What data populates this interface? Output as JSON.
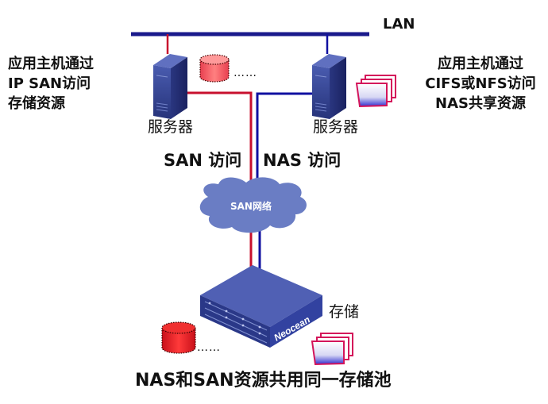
{
  "lan_label": "LAN",
  "left_note": [
    "应用主机通过",
    "IP SAN访问",
    "存储资源"
  ],
  "right_note": [
    "应用主机通过",
    "CIFS或NFS访问",
    "NAS共享资源"
  ],
  "server_left_label": "服务器",
  "server_right_label": "服务器",
  "ellipsis": "……",
  "san_access_label": "SAN 访问",
  "nas_access_label": "NAS 访问",
  "cloud_label": "SAN网络",
  "storage_label": "存储",
  "storage_brand": "Neocean",
  "bottom_caption": "NAS和SAN资源共用同一存储池",
  "colors": {
    "lan_line": "#1a1a8c",
    "san_line": "#c8102e",
    "nas_line": "#1010a0",
    "cloud": "#6a7dc4",
    "server": "#2f3f8f",
    "disk": "#e8202a",
    "files": "#d4145a"
  }
}
